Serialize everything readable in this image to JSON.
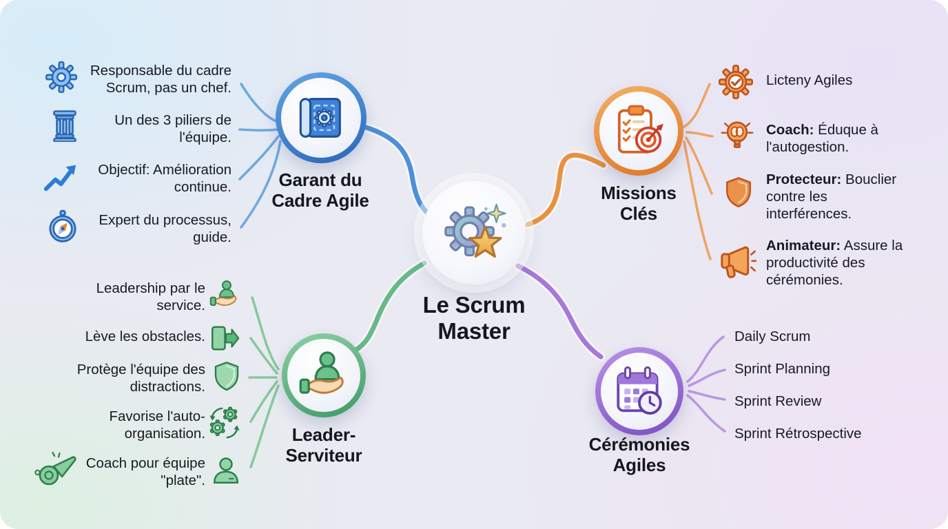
{
  "center": {
    "label": "Le Scrum Master",
    "icon": "gear-star-icon"
  },
  "branches": {
    "garant": {
      "label": "Garant du Cadre Agile",
      "icon": "blueprint-gear-icon",
      "color": "#2f6fbe",
      "items": [
        {
          "icon": "gear-icon",
          "text": "Responsable du cadre Scrum, pas un chef."
        },
        {
          "icon": "pillar-icon",
          "text": "Un des 3 piliers de l'équipe."
        },
        {
          "icon": "trend-up-icon",
          "text": "Objectif: Amélioration continue."
        },
        {
          "icon": "compass-icon",
          "text": "Expert du processus, guide."
        }
      ]
    },
    "missions": {
      "label": "Missions Clés",
      "icon": "clipboard-target-icon",
      "color": "#e07b2c",
      "items": [
        {
          "icon": "gear-check-icon",
          "bold": "",
          "text": "Licteny Agiles"
        },
        {
          "icon": "bulb-brain-icon",
          "bold": "Coach:",
          "text": " Éduque à l'autogestion."
        },
        {
          "icon": "shield-icon",
          "bold": "Protecteur:",
          "text": " Bouclier contre les interférences."
        },
        {
          "icon": "megaphone-icon",
          "bold": "Animateur:",
          "text": " Assure la productivité des cérémonies."
        }
      ]
    },
    "leader": {
      "label": "Leader-Serviteur",
      "icon": "hand-person-icon",
      "color": "#3f9a66",
      "items": [
        {
          "icon": "hand-person-icon",
          "text": "Leadership par le service."
        },
        {
          "icon": "remove-obstacle-icon",
          "text": "Lève les obstacles."
        },
        {
          "icon": "shield-icon",
          "text": "Protège l'équipe des distractions."
        },
        {
          "icon": "gears-cycle-icon",
          "text": "Favorise l'auto-organisation."
        },
        {
          "icon": "whistle-icon, person-icon",
          "text": "Coach pour équipe \"plate\"."
        }
      ]
    },
    "ceremonies": {
      "label": "Cérémonies Agiles",
      "icon": "calendar-clock-icon",
      "color": "#8252c8",
      "items": [
        {
          "text": "Daily Scrum"
        },
        {
          "text": "Sprint Planning"
        },
        {
          "text": "Sprint Review"
        },
        {
          "text": "Sprint Rétrospective"
        }
      ]
    }
  }
}
